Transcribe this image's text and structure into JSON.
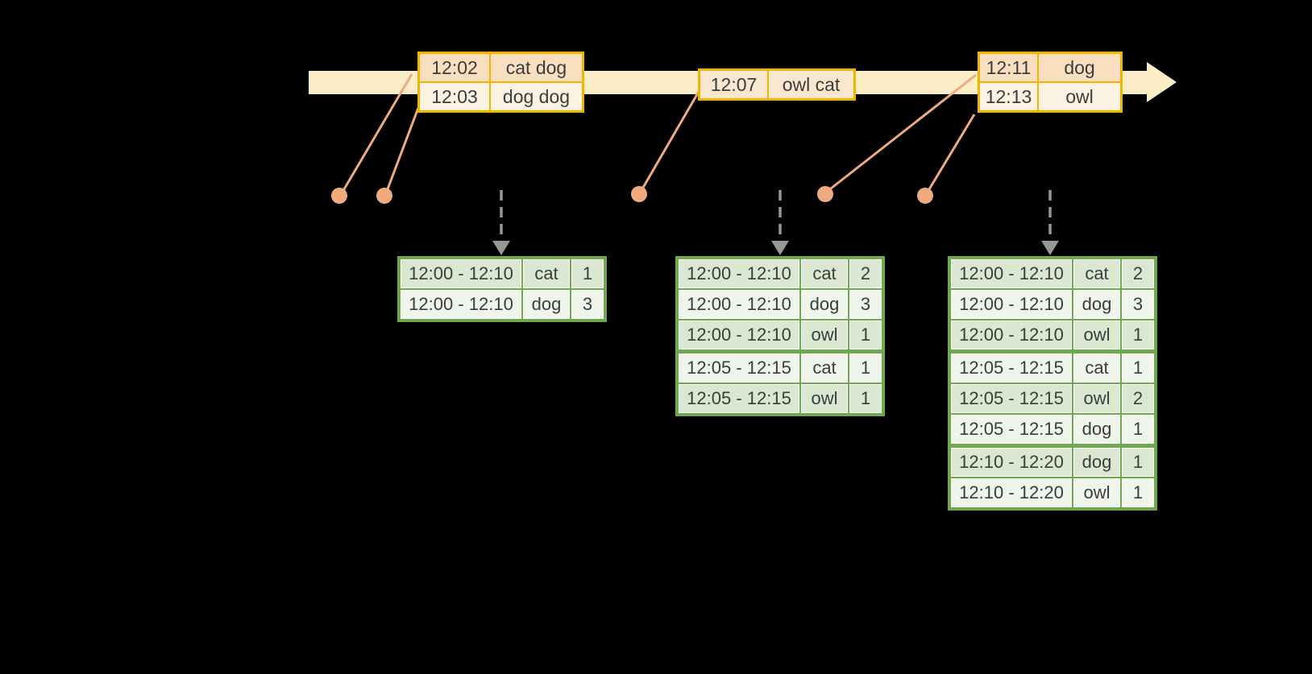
{
  "palette": {
    "band": "#FBEDC6",
    "event_border": "#F3B400",
    "event_row_dark": "#F9DEC0",
    "event_row_light": "#FCF2E2",
    "event_row_mid": "#FAE7CF",
    "connector": "#EFAA7E",
    "dashed_arrow": "#979797",
    "result_border": "#70A94D",
    "result_row_dark": "#DBE8D1",
    "result_row_light": "#F0F5EB",
    "text": "#3C3C3C",
    "background": "#000000"
  },
  "event_tables": [
    {
      "name": "events-batch-1",
      "rows": [
        {
          "time": "12:02",
          "words": "cat dog",
          "shade": "dark"
        },
        {
          "time": "12:03",
          "words": "dog dog",
          "shade": "light"
        }
      ]
    },
    {
      "name": "events-batch-2",
      "rows": [
        {
          "time": "12:07",
          "words": "owl cat",
          "shade": "mid"
        }
      ]
    },
    {
      "name": "events-batch-3",
      "rows": [
        {
          "time": "12:11",
          "words": "dog",
          "shade": "dark"
        },
        {
          "time": "12:13",
          "words": "owl",
          "shade": "light"
        }
      ]
    }
  ],
  "result_tables": [
    {
      "name": "result-table-1",
      "rows": [
        {
          "window": "12:00 - 12:10",
          "word": "cat",
          "count": "1"
        },
        {
          "window": "12:00 - 12:10",
          "word": "dog",
          "count": "3"
        }
      ]
    },
    {
      "name": "result-table-2",
      "rows": [
        {
          "window": "12:00 - 12:10",
          "word": "cat",
          "count": "2"
        },
        {
          "window": "12:00 - 12:10",
          "word": "dog",
          "count": "3"
        },
        {
          "window": "12:00 - 12:10",
          "word": "owl",
          "count": "1"
        },
        {
          "window": "12:05 - 12:15",
          "word": "cat",
          "count": "1"
        },
        {
          "window": "12:05 - 12:15",
          "word": "owl",
          "count": "1"
        }
      ]
    },
    {
      "name": "result-table-3",
      "rows": [
        {
          "window": "12:00 - 12:10",
          "word": "cat",
          "count": "2"
        },
        {
          "window": "12:00 - 12:10",
          "word": "dog",
          "count": "3"
        },
        {
          "window": "12:00 - 12:10",
          "word": "owl",
          "count": "1"
        },
        {
          "window": "12:05 - 12:15",
          "word": "cat",
          "count": "1"
        },
        {
          "window": "12:05 - 12:15",
          "word": "owl",
          "count": "2"
        },
        {
          "window": "12:05 - 12:15",
          "word": "dog",
          "count": "1"
        },
        {
          "window": "12:10 - 12:20",
          "word": "dog",
          "count": "1"
        },
        {
          "window": "12:10 - 12:20",
          "word": "owl",
          "count": "1"
        }
      ]
    }
  ]
}
